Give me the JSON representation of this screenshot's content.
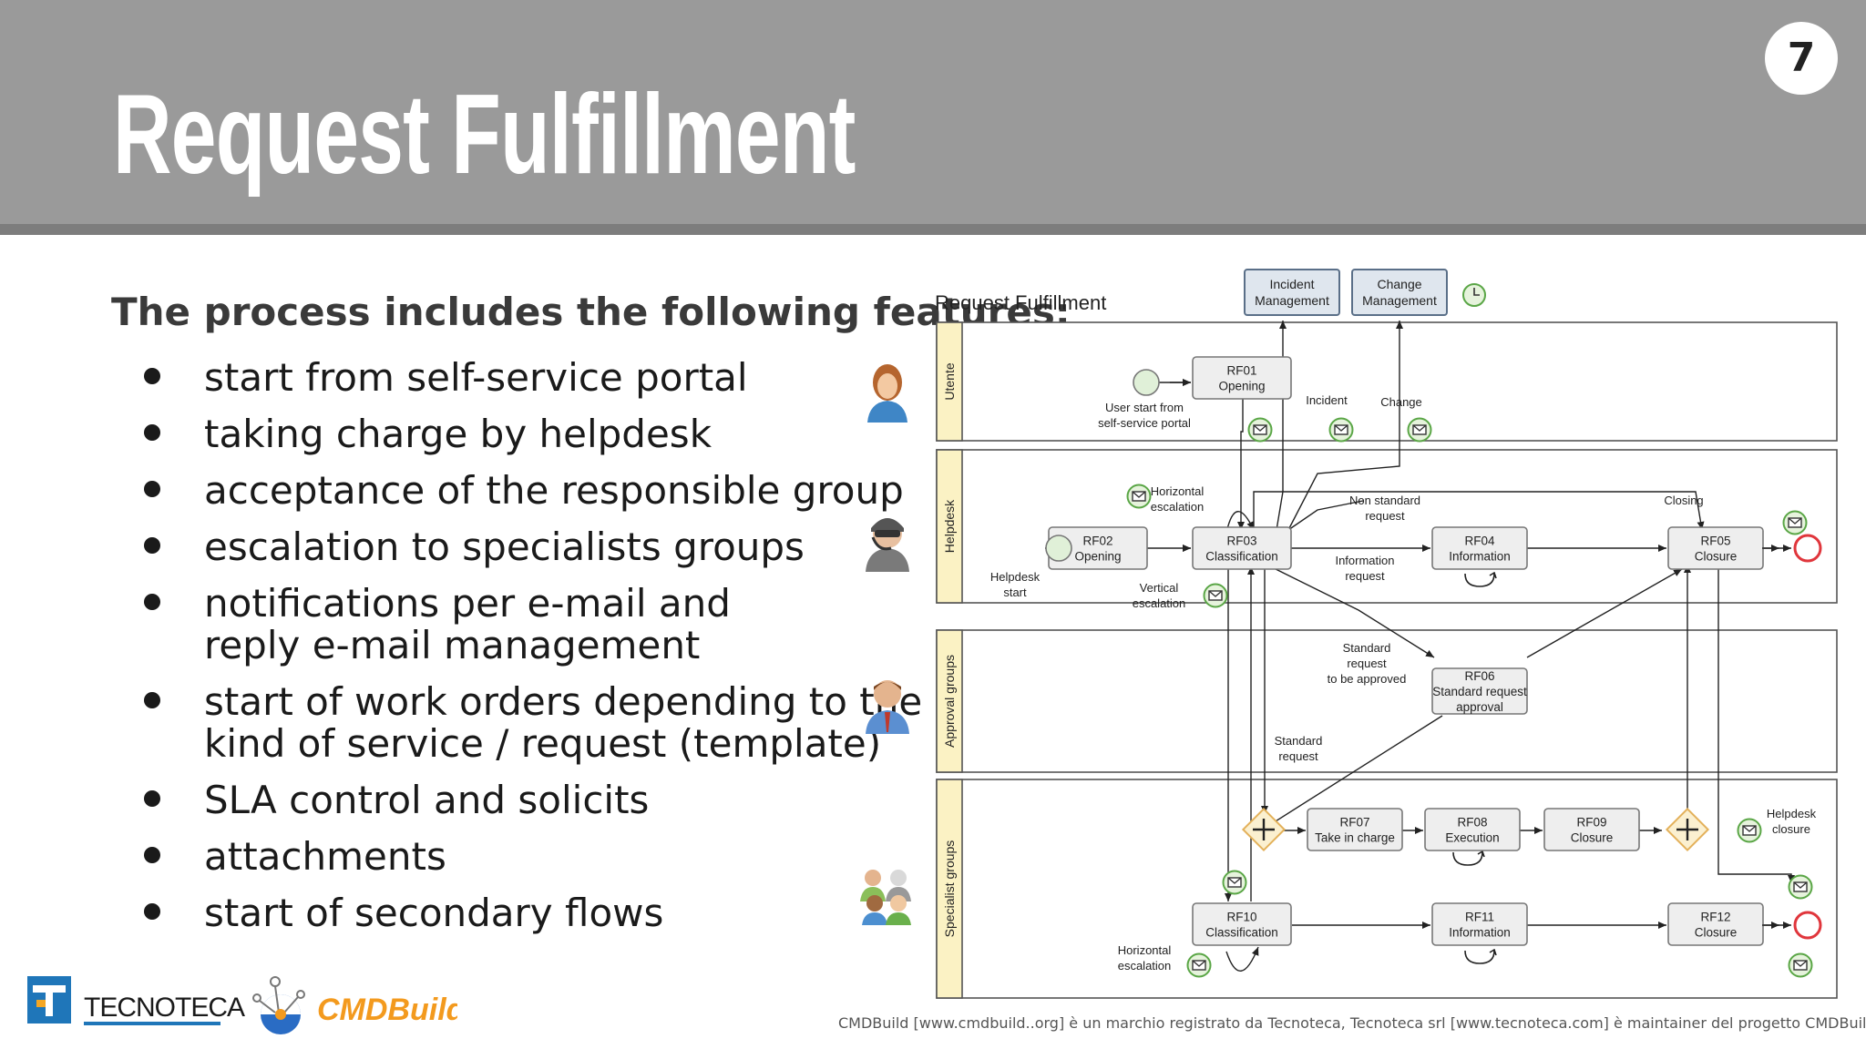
{
  "slide": {
    "title": "Request Fulfillment",
    "page_number": "7",
    "lead": "The process includes the following features:",
    "features": [
      [
        "start from self-service portal"
      ],
      [
        "taking charge by helpdesk"
      ],
      [
        "acceptance of the responsible group"
      ],
      [
        "escalation to specialists groups"
      ],
      [
        "notifications per e-mail and",
        "reply e-mail management"
      ],
      [
        "start of work orders depending to the",
        "kind of service / request (template)"
      ],
      [
        "SLA control and solicits"
      ],
      [
        "attachments"
      ],
      [
        "start of secondary flows"
      ]
    ],
    "footer": "CMDBuild [www.cmdbuild..org] è un marchio registrato da Tecnoteca, Tecnoteca srl [www.tecnoteca.com] è maintainer del progetto CMDBuild",
    "logos": {
      "tecnoteca": "TECNOTECA",
      "cmdbuild": "CMDBuild"
    }
  },
  "diagram": {
    "title": "Request Fulfillment",
    "lanes": [
      "Utente",
      "Helpdesk",
      "Approval groups",
      "Specialist groups"
    ],
    "external": [
      "Incident|Management",
      "Change|Management"
    ],
    "tasks": {
      "rf01": "RF01|Opening",
      "rf02": "RF02|Opening",
      "rf03": "RF03|Classification",
      "rf04": "RF04|Information",
      "rf05": "RF05|Closure",
      "rf06": "RF06|Standard request|approval",
      "rf07": "RF07|Take in charge",
      "rf08": "RF08|Execution",
      "rf09": "RF09|Closure",
      "rf10": "RF10|Classification",
      "rf11": "RF11|Information",
      "rf12": "RF12|Closure"
    },
    "labels": {
      "user_start": "User start from|self-service portal",
      "incident": "Incident",
      "change": "Change",
      "horizontal_escalation": "Horizontal|escalation",
      "non_standard": "Non standard|request",
      "closing": "Closing",
      "helpdesk_start": "Helpdesk|start",
      "vertical_escalation": "Vertical|escalation",
      "information_request": "Information|request",
      "standard_to_approve": "Standard|request|to be approved",
      "standard_request": "Standard|request",
      "helpdesk_closure": "Helpdesk|closure",
      "horizontal_escalation_2": "Horizontal|escalation"
    },
    "colors": {
      "lane_header": "#fbf2c4",
      "task_fill": "#eeeeee",
      "start_fill": "#e0f0d8",
      "end_stroke": "#e0363c",
      "gateway_fill": "#fbf0d0",
      "gateway_stroke": "#e3b15a"
    }
  }
}
